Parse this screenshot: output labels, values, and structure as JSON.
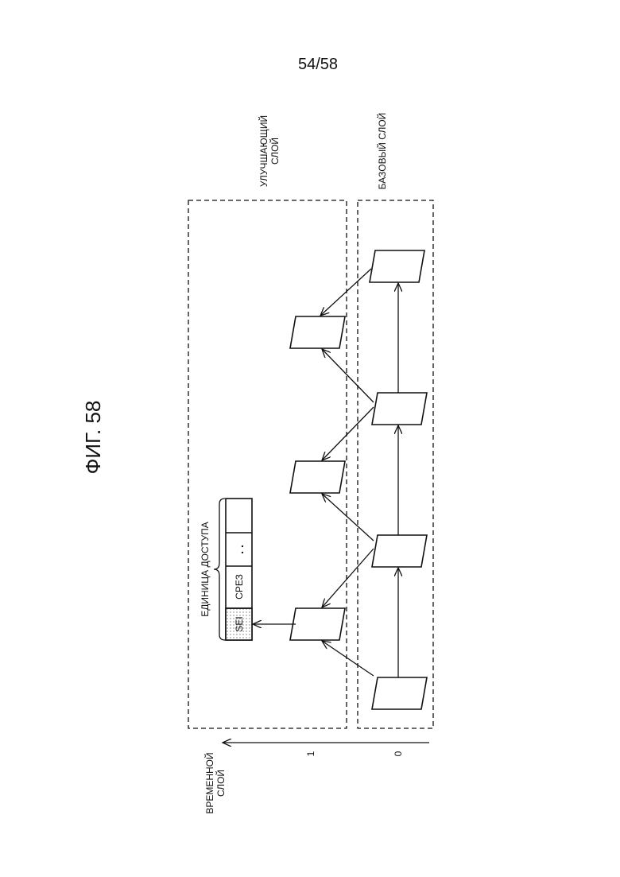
{
  "page_number": "54/58",
  "figure_title": "ФИГ. 58",
  "labels": {
    "enhancement_layer_line1": "УЛУЧШАЮЩИЙ",
    "enhancement_layer_line2": "СЛОЙ",
    "base_layer": "БАЗОВЫЙ СЛОЙ",
    "temporal_layer_line1": "ВРЕМЕННОЙ",
    "temporal_layer_line2": "СЛОЙ",
    "level_1": "1",
    "level_0": "0",
    "access_unit": "ЕДИНИЦА ДОСТУПА",
    "cell_sei": "SEI",
    "cell_slice": "СРЕЗ",
    "cell_dots": ". ."
  },
  "colors": {
    "ink": "#111111",
    "background": "#ffffff",
    "sei_fill": "#e8e8e8"
  }
}
